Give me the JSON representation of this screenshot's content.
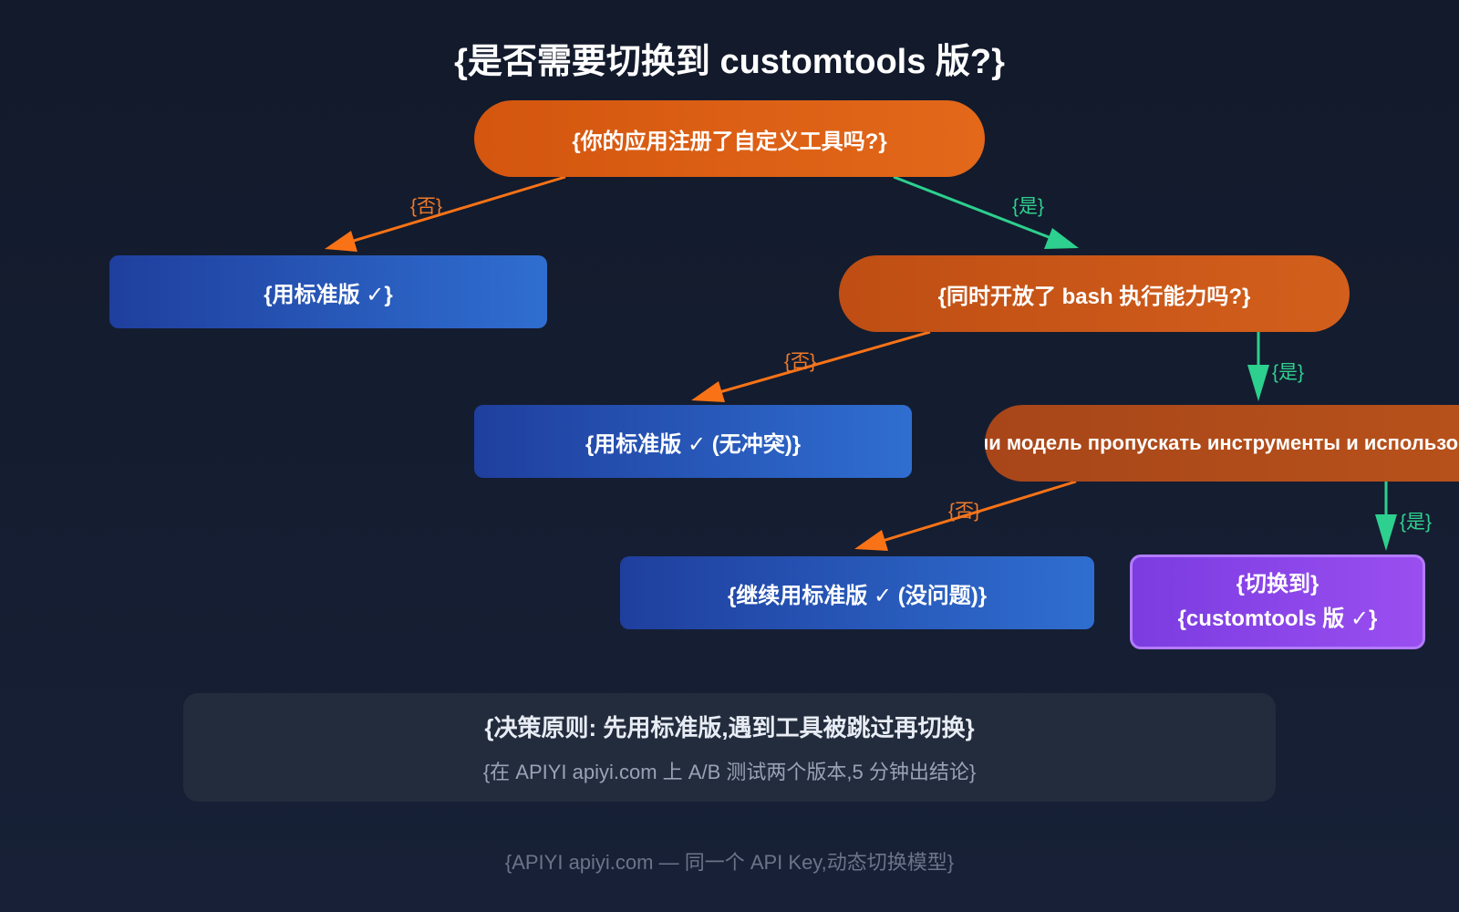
{
  "title": "{是否需要切换到 customtools 版?}",
  "nodes": {
    "q1": "{你的应用注册了自定义工具吗?}",
    "r1": "{用标准版 ✓}",
    "q2": "{同时开放了 bash 执行能力吗?}",
    "r2": "{用标准版 ✓ (无冲突)}",
    "q3": "{Будет ли модель пропускать инструменты и использовать bash?}",
    "r3": "{继续用标准版 ✓ (没问题)}",
    "final_line1": "{切换到}",
    "final_line2": "{customtools 版 ✓}"
  },
  "edges": {
    "no_label": "{否}",
    "yes_label": "{是}"
  },
  "principle": {
    "title": "{决策原则: 先用标准版,遇到工具被跳过再切换}",
    "subtitle": "{在 APIYI apiyi.com 上 A/B 测试两个版本,5 分钟出结论}"
  },
  "footer": "{APIYI apiyi.com — 同一个 API Key,动态切换模型}",
  "colors": {
    "no_edge": "#f97316",
    "yes_edge": "#2dd08e",
    "decision": "#e0621a",
    "result": "#2a5fc4",
    "final": "#8b45ea"
  }
}
